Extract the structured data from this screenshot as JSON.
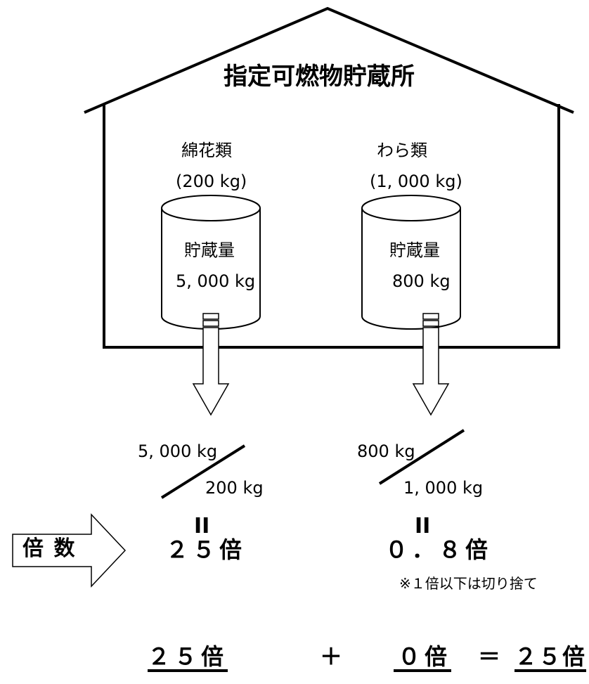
{
  "title": "指定可燃物貯蔵所",
  "items": [
    {
      "name": "綿花類",
      "threshold": "(200 kg)",
      "storage_label": "貯蔵量",
      "storage_value": "5, 000 kg",
      "fraction_numerator": "5, 000 kg",
      "fraction_denominator": "200 kg",
      "equals": "II",
      "result": "２５倍"
    },
    {
      "name": "わら類",
      "threshold": "(1, 000 kg)",
      "storage_label": "貯蔵量",
      "storage_value": "800 kg",
      "fraction_numerator": "800 kg",
      "fraction_denominator": "1, 000 kg",
      "equals": "II",
      "result": "０．８倍"
    }
  ],
  "multiplier_label": "倍 数",
  "note": "※１倍以下は切り捨て",
  "equation": {
    "term1": "２５倍",
    "plus": "＋",
    "term2": "０倍",
    "equals": "＝",
    "total": "２５倍"
  }
}
